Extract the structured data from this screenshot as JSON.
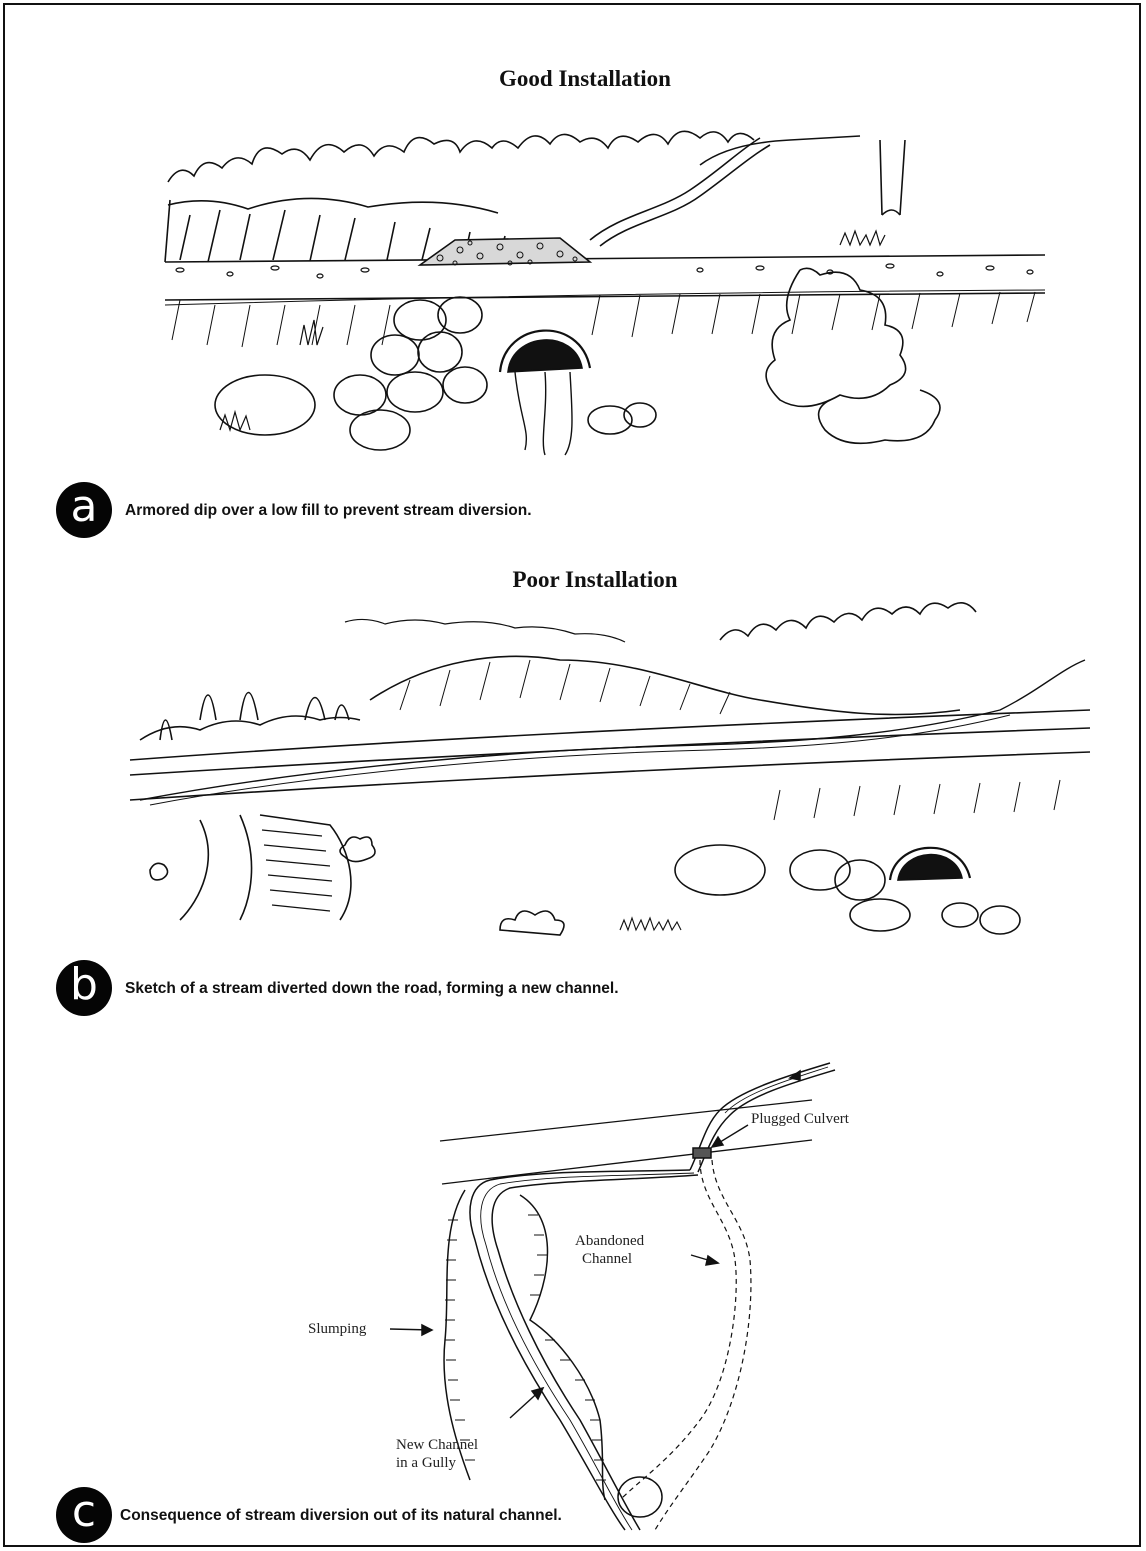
{
  "panels": [
    {
      "id": "a",
      "title": "Good Installation",
      "badge": "a",
      "caption": "Armored dip over a low fill to prevent stream diversion."
    },
    {
      "id": "b",
      "title": "Poor Installation",
      "badge": "b",
      "caption": "Sketch of a stream diverted down the road, forming a new channel."
    },
    {
      "id": "c",
      "title": "",
      "badge": "c",
      "caption": "Consequence of stream diversion out of its natural channel.",
      "labels": {
        "plugged_culvert": "Plugged Culvert",
        "abandoned_channel_1": "Abandoned",
        "abandoned_channel_2": "Channel",
        "slumping": "Slumping",
        "new_channel_1": "New Channel",
        "new_channel_2": "in a Gully"
      }
    }
  ]
}
